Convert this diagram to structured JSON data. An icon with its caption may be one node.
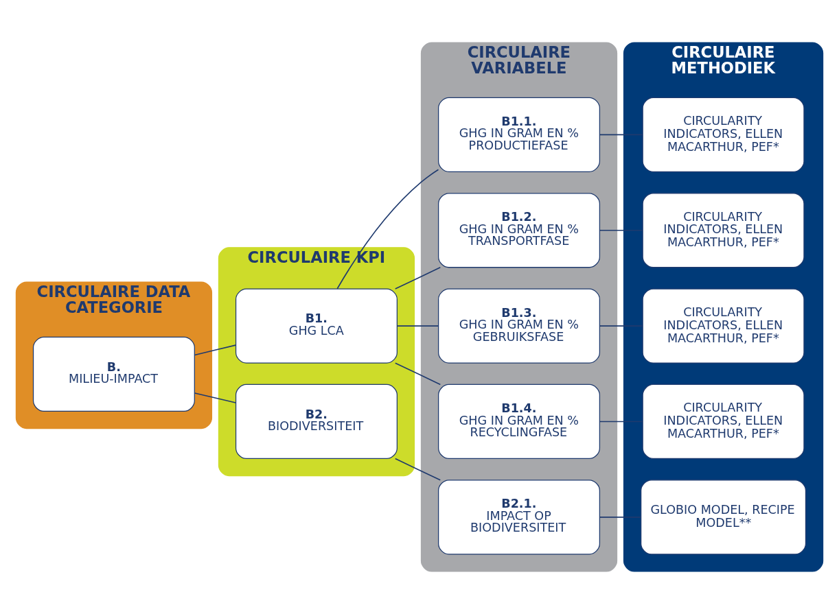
{
  "diagram": {
    "nodes": [
      {
        "text": [
          "CIRCULAIRE DATA CATEGORIE"
        ]
      },
      {
        "text": [
          "CIRCULAIRE KPI"
        ]
      },
      {
        "text": [
          "CIRCULAIRE VARIABELE"
        ]
      },
      {
        "text": [
          "CIRCULAIRE METHODIEK"
        ]
      },
      {
        "text": [
          "B.",
          "MILIEU-IMPACT"
        ],
        "in": 0
      },
      {
        "text": [
          "B1.",
          "GHG LCA"
        ],
        "in": 1
      },
      {
        "text": [
          "B2.",
          "BIODIVERSITEIT"
        ],
        "in": 1
      },
      {
        "text": [
          "B1.1.",
          "GHG IN GRAM EN % PRODUCTIEFASE"
        ],
        "in": 2
      },
      {
        "text": [
          "B1.2.",
          "GHG IN GRAM EN % TRANSPORTFASE"
        ],
        "in": 2
      },
      {
        "text": [
          "B1.3.",
          "GHG IN GRAM EN % GEBRUIKSFASE"
        ],
        "in": 2
      },
      {
        "text": [
          "B1.4.",
          "GHG IN GRAM EN % RECYCLINGFASE"
        ],
        "in": 2
      },
      {
        "text": [
          "B2.1.",
          "IMPACT OP BIODIVERSITEIT"
        ],
        "in": 2
      },
      {
        "text": [
          "CIRCULARITY INDICATORS, ELLEN MACARTHUR, PEF*"
        ],
        "in": 3
      },
      {
        "text": [
          "CIRCULARITY INDICATORS, ELLEN MACARTHUR, PEF*"
        ],
        "in": 3
      },
      {
        "text": [
          "CIRCULARITY INDICATORS, ELLEN MACARTHUR, PEF*"
        ],
        "in": 3
      },
      {
        "text": [
          "CIRCULARITY INDICATORS, ELLEN MACARTHUR, PEF*"
        ],
        "in": 3
      },
      {
        "text": [
          "GLOBIO MODEL, RECIPE MODEL**"
        ],
        "in": 3
      }
    ],
    "edges": [
      {
        "from": 4,
        "to": 5,
        "arrow": "none"
      },
      {
        "from": 4,
        "to": 6,
        "arrow": "none"
      },
      {
        "from": 5,
        "to": 7,
        "arrow": "none"
      },
      {
        "from": 5,
        "to": 8,
        "arrow": "none"
      },
      {
        "from": 5,
        "to": 9,
        "arrow": "none"
      },
      {
        "from": 5,
        "to": 10,
        "arrow": "none"
      },
      {
        "from": 6,
        "to": 11,
        "arrow": "none"
      },
      {
        "from": 7,
        "to": 12,
        "arrow": "none"
      },
      {
        "from": 8,
        "to": 13,
        "arrow": "none"
      },
      {
        "from": 9,
        "to": 14,
        "arrow": "none"
      },
      {
        "from": 10,
        "to": 15,
        "arrow": "none"
      },
      {
        "from": 11,
        "to": 16,
        "arrow": "none"
      }
    ]
  }
}
